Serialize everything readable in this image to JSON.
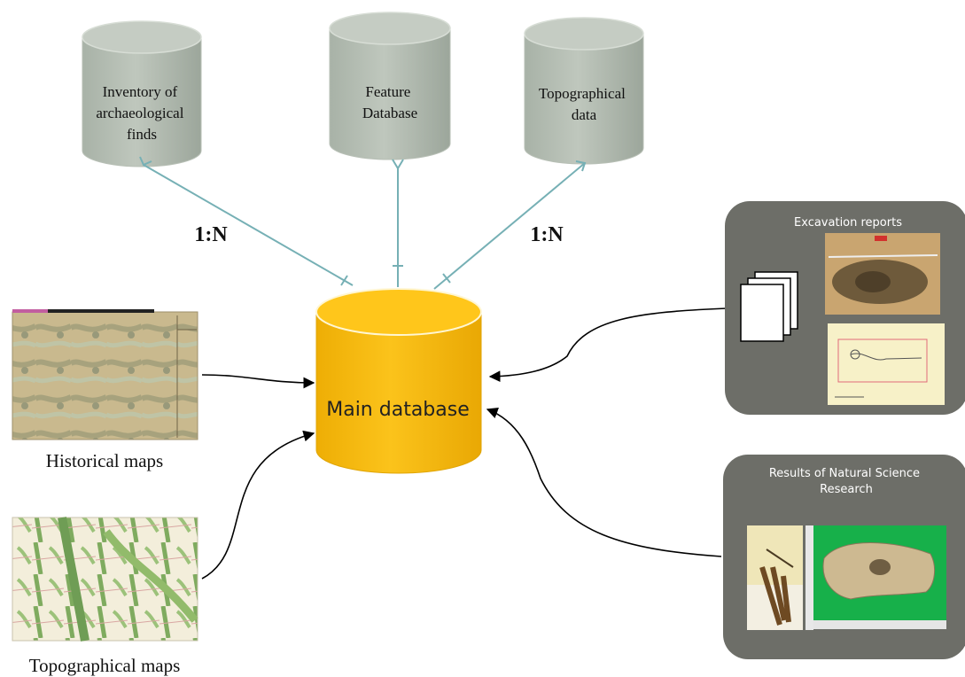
{
  "databases": {
    "inventory": {
      "lines": [
        "Inventory of",
        "archaeological",
        "finds"
      ]
    },
    "feature": {
      "lines": [
        "Feature",
        "Database"
      ]
    },
    "topographical_data": {
      "lines": [
        "Topographical",
        "data"
      ]
    },
    "main": {
      "label": "Main database"
    }
  },
  "relations": {
    "left_label": "1:N",
    "right_label": "1:N"
  },
  "sources": {
    "historical_maps": "Historical maps",
    "topographical_maps": "Topographical maps"
  },
  "panels": {
    "excavation": {
      "title": "Excavation reports"
    },
    "natural_science": {
      "title_lines": [
        "Results of Natural Science",
        "Research"
      ]
    }
  },
  "colors": {
    "gray_db_fill": "#b3bcb2",
    "gray_db_top": "#c9d0c7",
    "main_db_fill": "#f5b70b",
    "main_db_top": "#ffc81d",
    "connector": "#76b0b5",
    "panel_bg": "#6d6e68"
  }
}
